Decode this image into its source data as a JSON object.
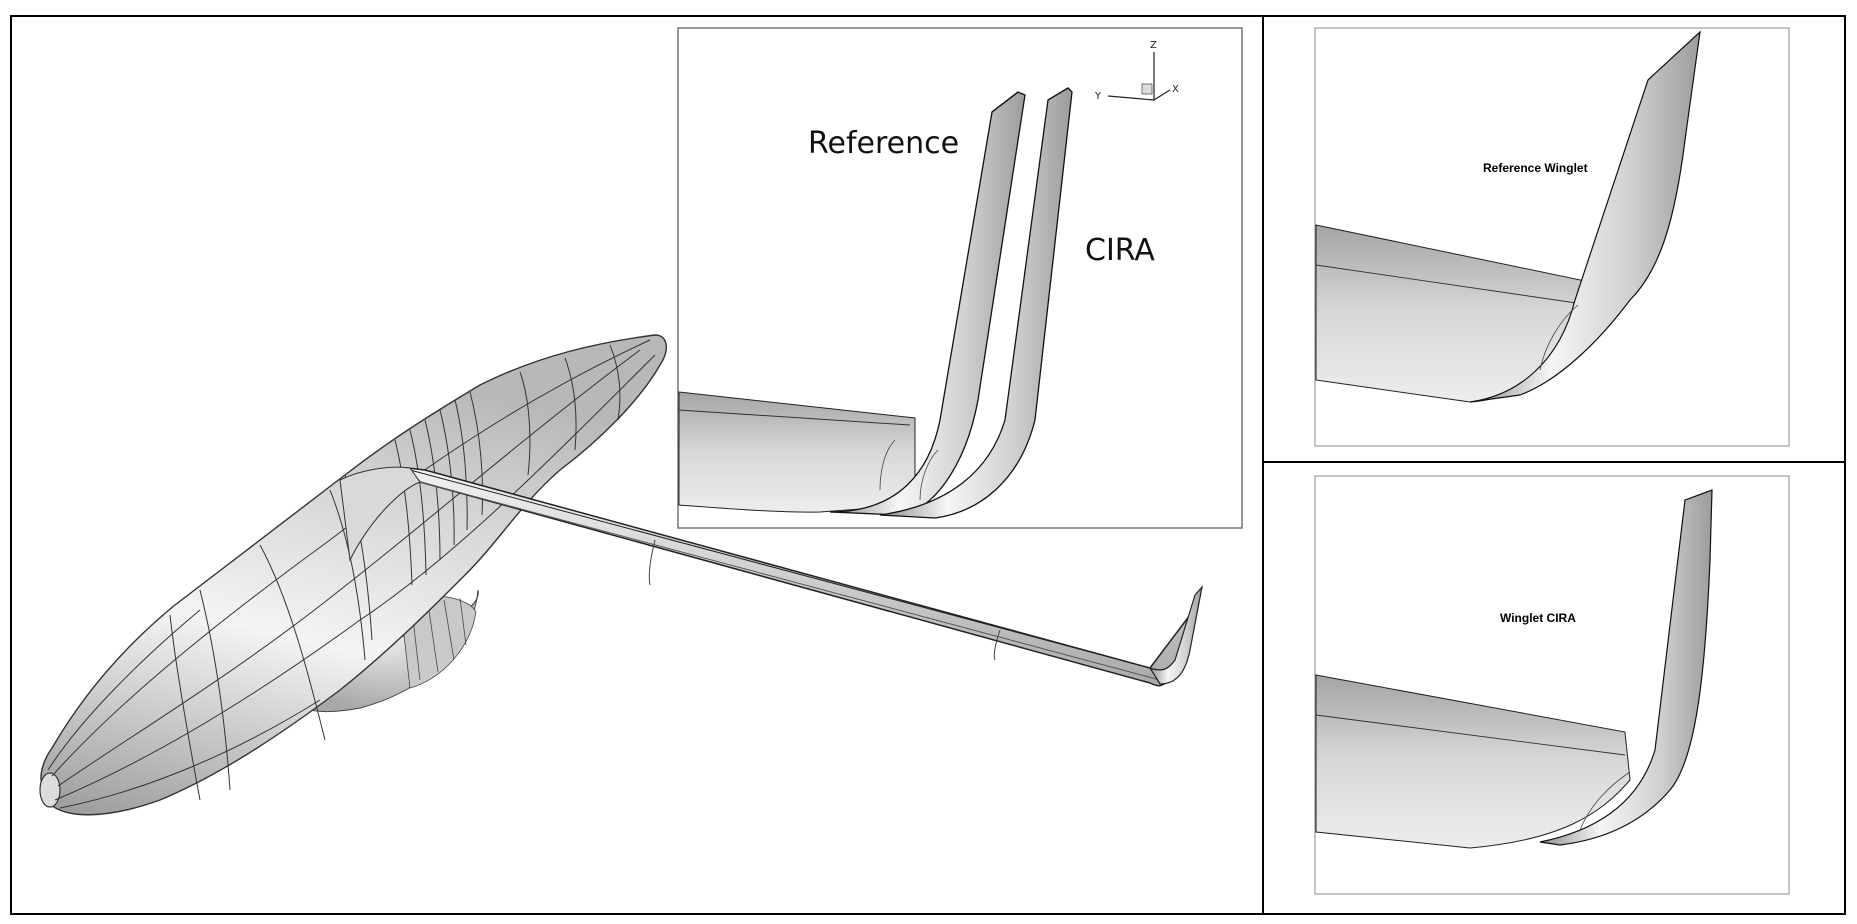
{
  "main_view": {
    "inset": {
      "reference_label": "Reference",
      "cira_label": "CIRA",
      "triad": {
        "z": "Z",
        "y": "Y",
        "x": "X"
      }
    }
  },
  "top_right_panel": {
    "label": "Reference Winglet"
  },
  "bottom_right_panel": {
    "label": "Winglet CIRA"
  },
  "colors": {
    "border": "#000000",
    "surface": "#e2e2e2",
    "mesh_line": "#333333"
  }
}
